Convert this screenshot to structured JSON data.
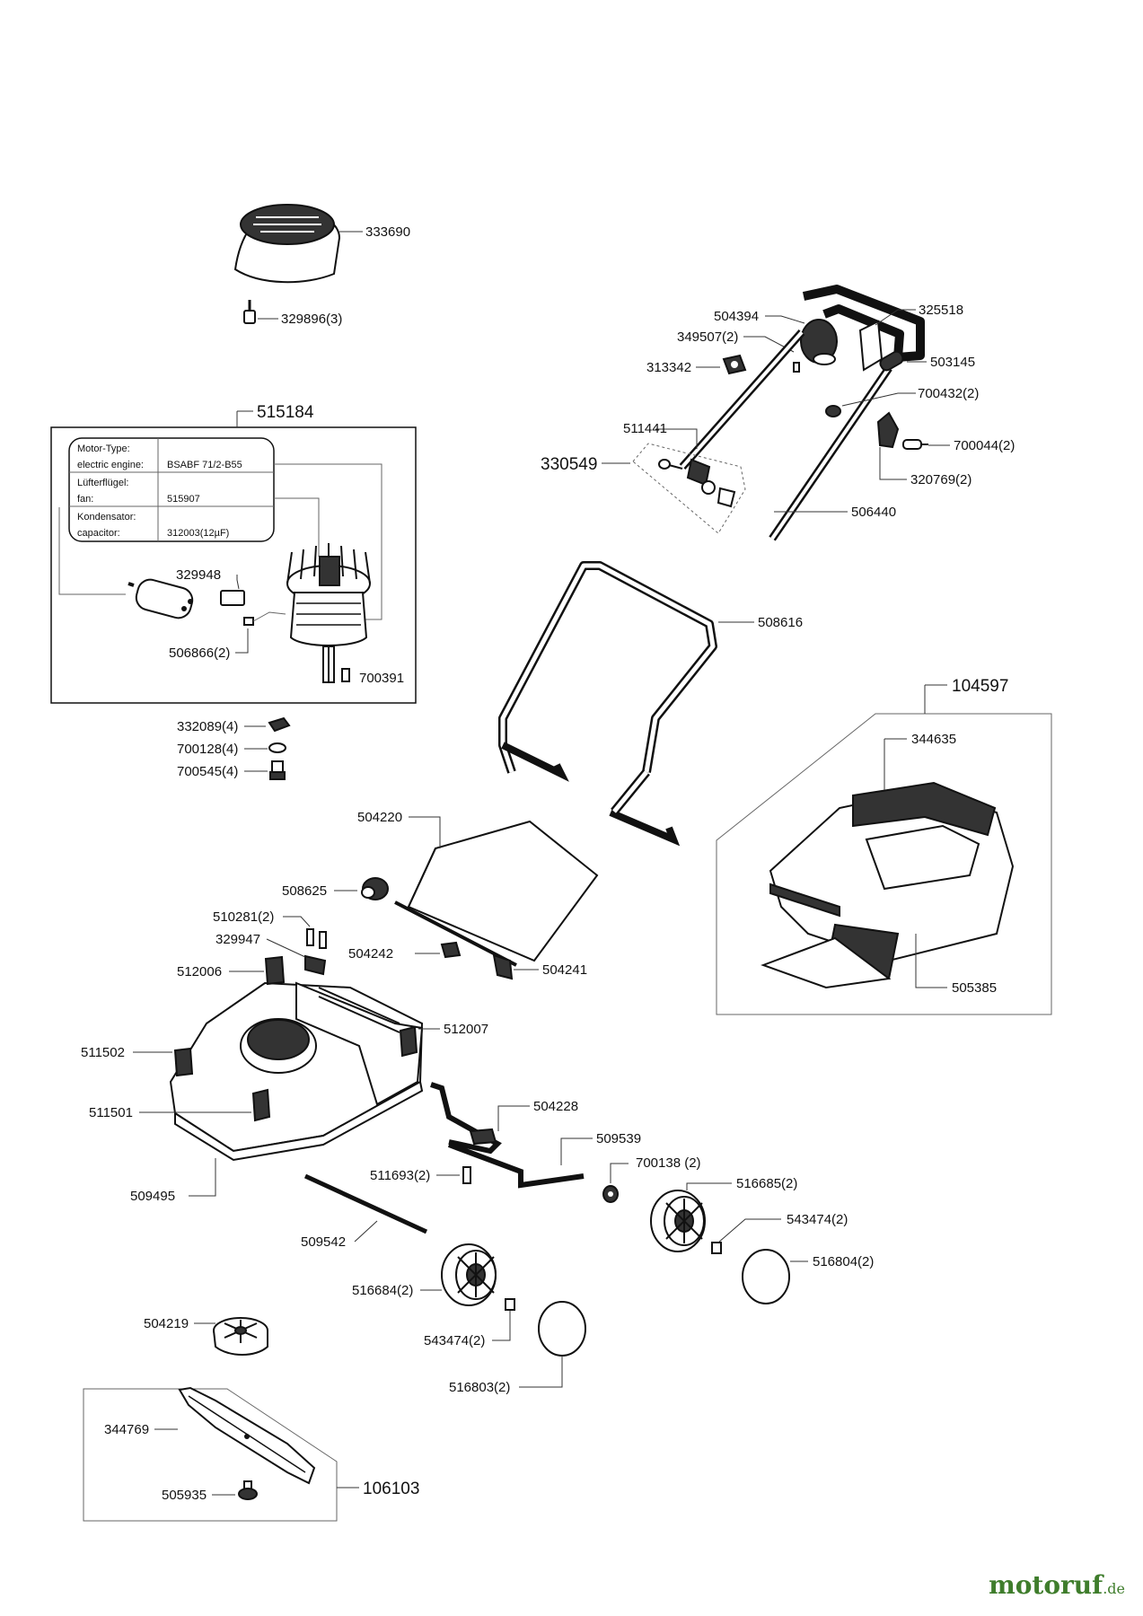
{
  "labels": {
    "p333690": "333690",
    "p329896": "329896(3)",
    "p515184": "515184",
    "p329948": "329948",
    "p506866": "506866(2)",
    "p700391": "700391",
    "p332089": "332089(4)",
    "p700128": "700128(4)",
    "p700545": "700545(4)",
    "p504394": "504394",
    "p325518": "325518",
    "p349507": "349507(2)",
    "p313342": "313342",
    "p503145": "503145",
    "p700432": "700432(2)",
    "p511441": "511441",
    "p700044": "700044(2)",
    "p330549": "330549",
    "p320769": "320769(2)",
    "p506440": "506440",
    "p508616": "508616",
    "p104597": "104597",
    "p344635": "344635",
    "p505385": "505385",
    "p504220": "504220",
    "p508625": "508625",
    "p510281": "510281(2)",
    "p329947": "329947",
    "p504242": "504242",
    "p504241": "504241",
    "p512006": "512006",
    "p512007": "512007",
    "p511502": "511502",
    "p511501": "511501",
    "p504228": "504228",
    "p509539": "509539",
    "p700138": "700138 (2)",
    "p511693": "511693(2)",
    "p516685": "516685(2)",
    "p509495": "509495",
    "p543474a": "543474(2)",
    "p509542": "509542",
    "p516804": "516804(2)",
    "p516684": "516684(2)",
    "p504219": "504219",
    "p543474b": "543474(2)",
    "p516803": "516803(2)",
    "p344769": "344769",
    "p106103": "106103",
    "p505935": "505935"
  },
  "motor_table": {
    "row1_label_a": "Motor-Type:",
    "row1_label_b": "electric engine:",
    "row1_value": "BSABF 71/2-B55",
    "row2_label_a": "Lüfterflügel:",
    "row2_label_b": "fan:",
    "row2_value": "515907",
    "row3_label_a": "Kondensator:",
    "row3_label_b": "capacitor:",
    "row3_value": "312003(12µF)"
  },
  "logo": {
    "name": "motoruf",
    "tld": ".de",
    "color": "#3f7d2c"
  }
}
